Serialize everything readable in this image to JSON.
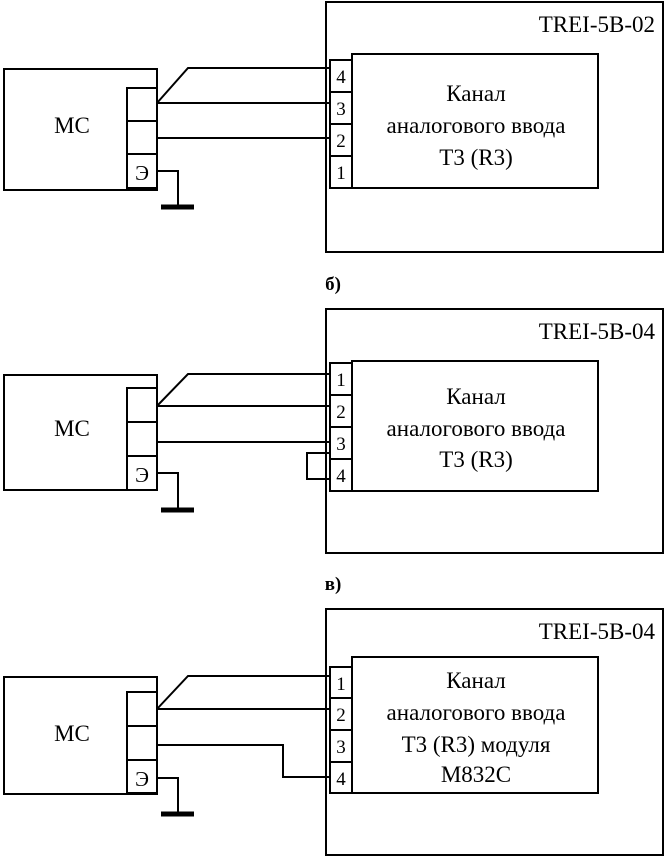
{
  "diagrams": [
    {
      "device": "TREI-5B-02",
      "mc_label": "МС",
      "ground_label": "Э",
      "channel_lines": [
        "Канал",
        "аналогового ввода",
        "T3 (R3)"
      ],
      "pins": [
        "4",
        "3",
        "2",
        "1"
      ]
    },
    {
      "caption": "б)",
      "device": "TREI-5B-04",
      "mc_label": "МС",
      "ground_label": "Э",
      "channel_lines": [
        "Канал",
        "аналогового ввода",
        "T3 (R3)"
      ],
      "pins": [
        "1",
        "2",
        "3",
        "4"
      ]
    },
    {
      "caption": "в)",
      "device": "TREI-5B-04",
      "mc_label": "МС",
      "ground_label": "Э",
      "channel_lines": [
        "Канал",
        "аналогового ввода",
        "T3 (R3) модуля",
        "M832C"
      ],
      "pins": [
        "1",
        "2",
        "3",
        "4"
      ]
    }
  ]
}
